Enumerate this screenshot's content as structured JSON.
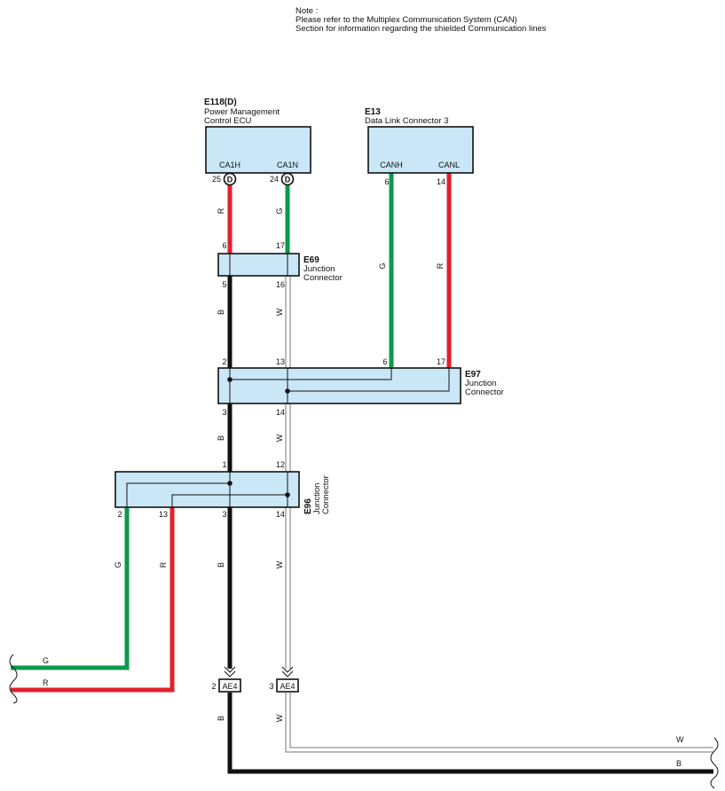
{
  "note": {
    "line1": "Note :",
    "line2": "Please refer to the Multiplex Communication System (CAN)",
    "line3": "Section for information regarding the shielded Communication lines"
  },
  "components": {
    "e118": {
      "code": "E118(D)",
      "desc1": "Power Management",
      "desc2": "Control ECU",
      "pin_h": "CA1H",
      "pin_n": "CA1N",
      "pin_h_no": "25",
      "pin_n_no": "24",
      "connector_mark": "D"
    },
    "e13": {
      "code": "E13",
      "desc1": "Data Link Connector 3",
      "pin_h": "CANH",
      "pin_l": "CANL",
      "pin_h_no": "6",
      "pin_l_no": "14"
    },
    "e69": {
      "code": "E69",
      "desc1": "Junction",
      "desc2": "Connector",
      "pins": [
        "6",
        "17",
        "5",
        "16"
      ]
    },
    "e97": {
      "code": "E97",
      "desc1": "Junction",
      "desc2": "Connector",
      "pins": [
        "2",
        "13",
        "6",
        "17",
        "3",
        "14"
      ]
    },
    "e96": {
      "code": "E96",
      "desc1": "Junction",
      "desc2": "Connector",
      "pins": [
        "1",
        "12",
        "2",
        "13",
        "3",
        "14"
      ]
    },
    "ae4": {
      "code": "AE4",
      "pin_b": "2",
      "pin_w": "3"
    }
  },
  "wire_labels": {
    "r": "R",
    "g": "G",
    "b": "B",
    "w": "W"
  },
  "colors": {
    "red": "#e3202a",
    "green": "#0a9a4a",
    "black": "#111111",
    "white_wire": "#9a9a9a",
    "box_fill": "#c9e7f7"
  }
}
